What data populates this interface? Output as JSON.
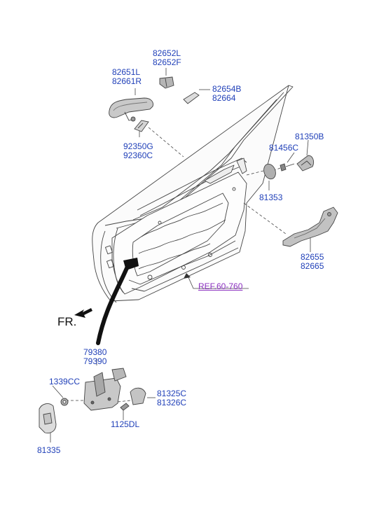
{
  "colors": {
    "label": "#1f3fb8",
    "ref_link": "#8a2fbf",
    "line": "#333333"
  },
  "labels": {
    "p82652": {
      "l1": "82652L",
      "l2": "82652F"
    },
    "p82651": {
      "l1": "82651L",
      "l2": "82661R"
    },
    "p82654": {
      "l1": "82654B",
      "l2": "82664"
    },
    "p92350": {
      "l1": "92350G",
      "l2": "92360C"
    },
    "p81350": {
      "l1": "81350B"
    },
    "p81456": {
      "l1": "81456C"
    },
    "p81353": {
      "l1": "81353"
    },
    "p82655": {
      "l1": "82655",
      "l2": "82665"
    },
    "p79380": {
      "l1": "79380",
      "l2": "79390"
    },
    "p1339": {
      "l1": "1339CC"
    },
    "p81325": {
      "l1": "81325C",
      "l2": "81326C"
    },
    "p1125": {
      "l1": "1125DL"
    },
    "p81335": {
      "l1": "81335"
    }
  },
  "ref_link": "REF.60-760",
  "direction_label": "FR."
}
